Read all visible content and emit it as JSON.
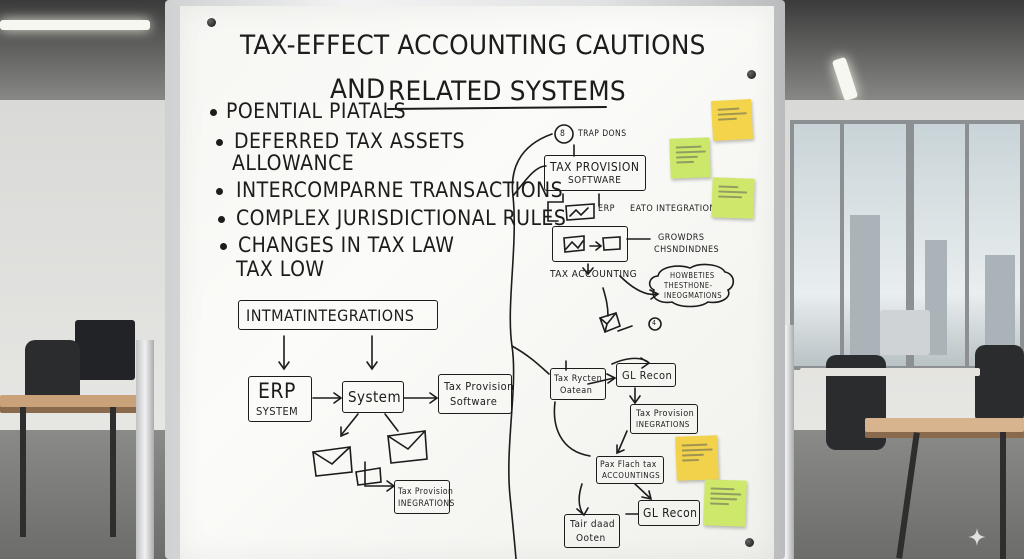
{
  "board": {
    "title_line1": "TAX-EFFECT ACCOUNTING CAUTIONS",
    "title_line2_prefix": "AND",
    "title_line2_underlined": "RELATED SYSTEMS",
    "bullets": [
      "POENTIAL PIATALS",
      "DEFERRED TAX ASSETS",
      "INTERCOMPARNE TRANSACTIONS",
      "COMPLEX JURISDICTIONAL RULES",
      "CHANGES IN TAX LAW"
    ],
    "bullet_continuations": {
      "deferred": "ALLOWANCE",
      "changes": "TAX LOW"
    },
    "left_flow": {
      "header": "INTMATINTEGRATIONS",
      "erp_line1": "ERP",
      "erp_line2": "SYSTEM",
      "system": "System",
      "provision_line1": "Tax Provision",
      "provision_line2": "Software",
      "integrations_line1": "Tax Provision",
      "integrations_line2": "INEGRATIONS"
    },
    "right_flow": {
      "circle_number": "8",
      "top_label": "TRAP DONS",
      "provision_box_line1": "TAX PROVISION",
      "provision_box_line2": "SOFTWARE",
      "erp_label": "ERP",
      "eato_label": "EATO INTEGRATIONS",
      "growdrs_line1": "GROWDRS",
      "growdrs_line2": "CHSNDINDNES",
      "tax_accounting": "TAX ACCOUNTING",
      "cloud_line1": "HOWBETIES",
      "cloud_line2": "THESTHONE-",
      "cloud_line3": "INEOGMATIONS",
      "small_mark": "4",
      "rycten_line1": "Tax Rycten",
      "rycten_line2": "Oatean",
      "gl_recon_1": "GL Recon",
      "provision_int_line1": "Tax Provision",
      "provision_int_line2": "INEGRATIONS",
      "pax_line1": "Pax Flach tax",
      "pax_line2": "ACCOUNTINGS",
      "tair_line1": "Tair daad",
      "tair_line2": "Ooten",
      "gl_recon_2": "GL Recon"
    }
  },
  "colors": {
    "ink": "#1c1c1c",
    "note_yellow": "#f2d24a",
    "note_green": "#c9e86a",
    "board_white": "#f8f8f5"
  }
}
